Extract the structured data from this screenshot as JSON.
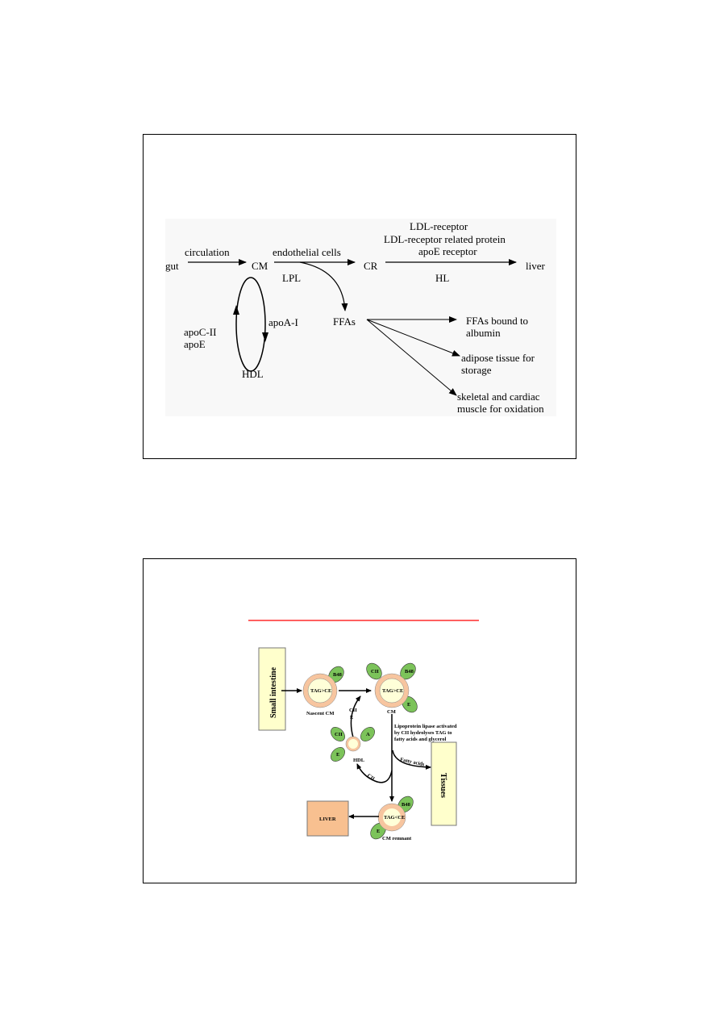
{
  "slide1": {
    "diagram": {
      "gut": "gut",
      "circulation": "circulation",
      "cm": "CM",
      "endothelial_cells": "endothelial cells",
      "lpl": "LPL",
      "cr": "CR",
      "receptors": [
        "LDL-receptor",
        "LDL-receptor related protein",
        "apoE receptor"
      ],
      "hl": "HL",
      "liver": "liver",
      "apoc_ii": "apoC-II",
      "apoe": "apoE",
      "apoa_i": "apoA-I",
      "hdl": "HDL",
      "ffas": "FFAs",
      "destinations": [
        [
          "FFAs bound to",
          "albumin"
        ],
        [
          "adipose tissue for",
          "storage"
        ],
        [
          "skeletal and cardiac",
          "muscle for oxidation"
        ]
      ]
    }
  },
  "slide2": {
    "title_underline_color": "#ff0000",
    "diagram": {
      "small_intestine": "Small intestine",
      "b48": "B48",
      "tag_gt_ce": "TAG>CE",
      "nascent_cm": "Nascent CM",
      "cii": "CII",
      "e": "E",
      "a": "A",
      "cm": "CM",
      "hdl": "HDL",
      "lpl_note": [
        "Lipoprotein lipase activated",
        "by CII hydrolyses TAG to",
        "fatty acids and glycerol"
      ],
      "fatty_acids": "Fatty acids",
      "tissues": "Tissues",
      "liver": "LIVER",
      "tag_lt_ce": "TAG<CE",
      "cm_remnant": "CM remnant"
    }
  }
}
